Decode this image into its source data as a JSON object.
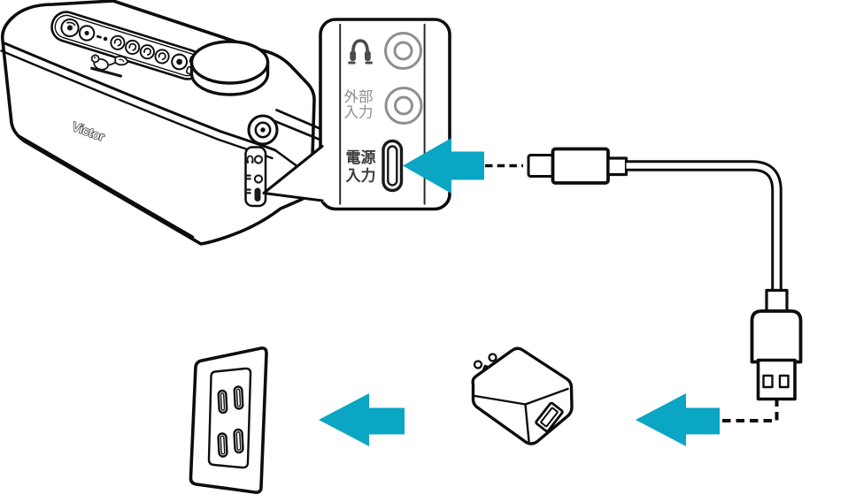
{
  "colors": {
    "accent": "#0aa6c3",
    "line": "#0d0d0d",
    "label_gray": "#8c8c8c",
    "label_dark": "#3c3c3c",
    "jack_ring_gray": "#8f8f8f"
  },
  "device": {
    "brand_logo": "Victor",
    "dog_logo": "victor-nipper-dog-logo",
    "description_icons": [
      "top-control-buttons",
      "volume-knob",
      "carry-bracket-hinge",
      "side-port-panel"
    ]
  },
  "callout": {
    "headphone_icon": "headphones-icon",
    "aux_label_line1": "外部",
    "aux_label_line2": "入力",
    "power_label_line1": "電源",
    "power_label_line2": "入力",
    "usb_c_port_icon": "usb-c-port-icon"
  },
  "cable": {
    "usb_c_plug_icon": "usb-c-plug-icon",
    "usb_a_plug_icon": "usb-a-plug-icon"
  },
  "adapter_icon": "usb-ac-adapter-icon",
  "outlet_icon": "wall-outlet-icon",
  "arrows": [
    "arrow-into-power-input",
    "arrow-adapter-to-outlet",
    "arrow-usb-into-adapter"
  ]
}
